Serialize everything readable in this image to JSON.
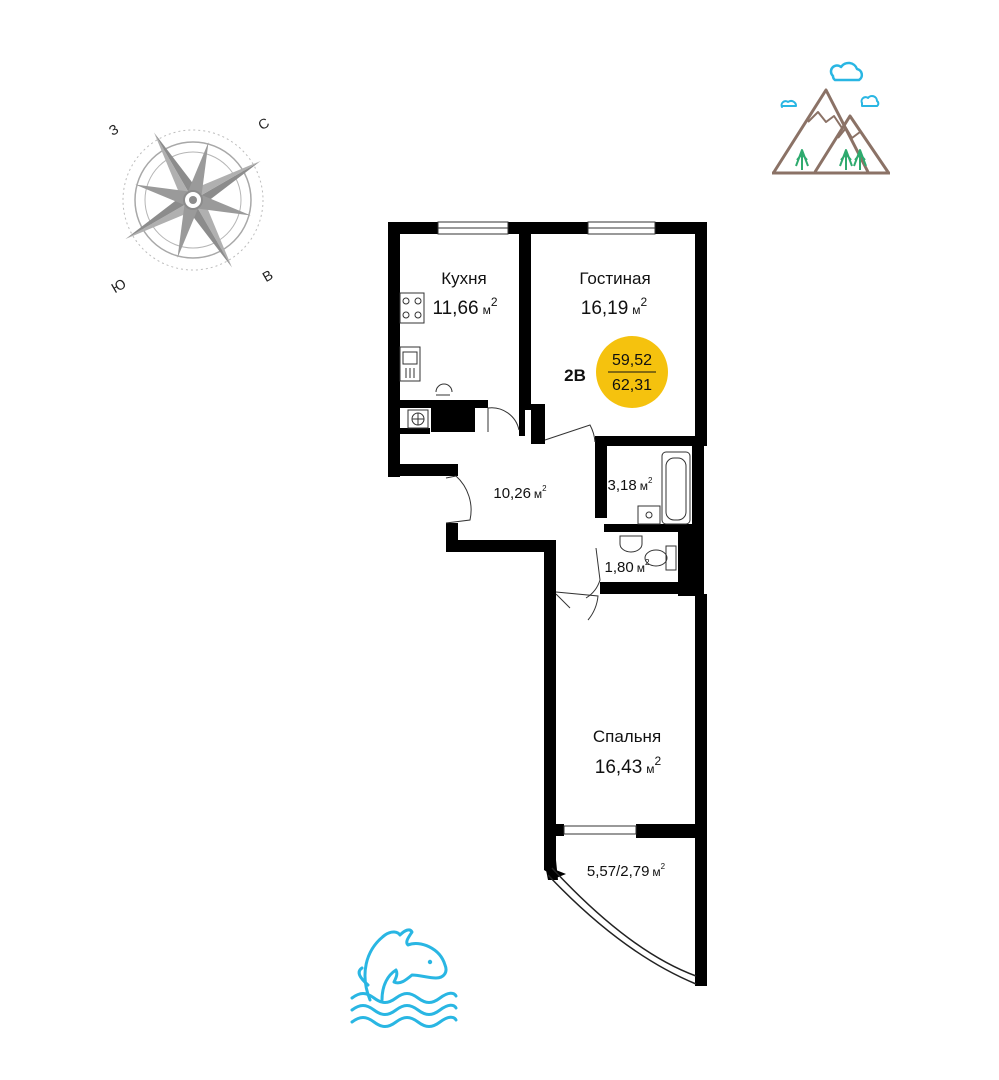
{
  "plan": {
    "apartment_type": "2В",
    "living_area": "59,52",
    "total_area": "62,31",
    "unit_label": "м",
    "unit_sup": "2",
    "rooms": [
      {
        "id": "kitchen",
        "name": "Кухня",
        "area": "11,66"
      },
      {
        "id": "living",
        "name": "Гостиная",
        "area": "16,19"
      },
      {
        "id": "hall",
        "name": "",
        "area": "10,26"
      },
      {
        "id": "bath",
        "name": "",
        "area": "3,18"
      },
      {
        "id": "wc",
        "name": "",
        "area": "1,80"
      },
      {
        "id": "bedroom",
        "name": "Спальня",
        "area": "16,43"
      },
      {
        "id": "balcony",
        "name": "",
        "area": "5,57/2,79"
      }
    ]
  },
  "compass": {
    "north": "С",
    "south": "Ю",
    "east": "В",
    "west": "З"
  },
  "colors": {
    "badge": "#F5C20E",
    "wall": "#000000",
    "dolphin": "#29B6E3",
    "mountain": "#8B7266",
    "tree": "#2EAA6E",
    "cloud": "#29B6E3",
    "compass": "#8C8C8C"
  },
  "icons": {
    "mountains": "mountains-icon",
    "dolphin": "dolphin-icon",
    "compass": "compass-rose-icon"
  }
}
